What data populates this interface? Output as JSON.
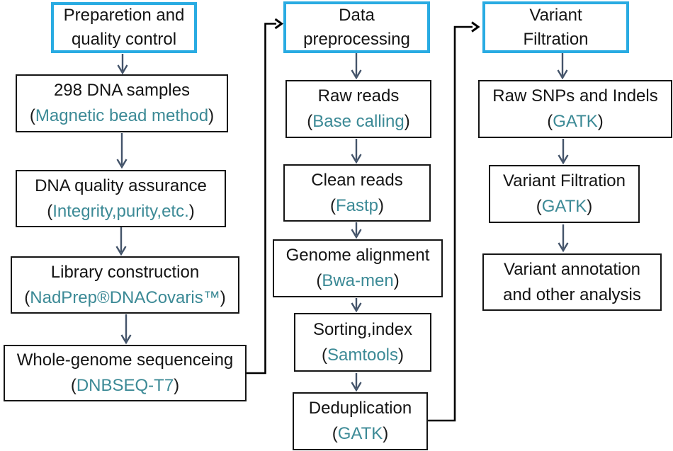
{
  "diagram": {
    "punct": {
      "open": "(",
      "close": ")"
    },
    "colors": {
      "header_border": "#29ABE2",
      "box_border": "#151515",
      "title_text": "#141414",
      "method_text": "#3C8A96",
      "flow_arrow": "#44546A",
      "elbow_connector": "#000000",
      "background": "#FFFFFF"
    },
    "columns": [
      {
        "header": {
          "lines": [
            "Preparetion and",
            "quality control"
          ]
        },
        "boxes": [
          {
            "title": "298 DNA samples",
            "method": "Magnetic bead method"
          },
          {
            "title": "DNA quality assurance",
            "method": "Integrity,purity,etc."
          },
          {
            "title": "Library construction",
            "method": "NadPrep®DNACovaris™"
          },
          {
            "title": "Whole-genome sequenceing",
            "method": "DNBSEQ-T7"
          }
        ]
      },
      {
        "header": {
          "lines": [
            "Data",
            "preprocessing"
          ]
        },
        "boxes": [
          {
            "title": "Raw reads",
            "method": "Base calling"
          },
          {
            "title": "Clean reads",
            "method": "Fastp"
          },
          {
            "title": "Genome alignment",
            "method": "Bwa-men"
          },
          {
            "title": "Sorting,index",
            "method": "Samtools"
          },
          {
            "title": "Deduplication",
            "method": "GATK"
          }
        ]
      },
      {
        "header": {
          "lines": [
            "Variant",
            "Filtration"
          ]
        },
        "boxes": [
          {
            "title": "Raw SNPs and Indels",
            "method": "GATK"
          },
          {
            "title": "Variant Filtration",
            "method": "GATK"
          },
          {
            "title": "Variant annotation",
            "title2": "and other analysis"
          }
        ]
      }
    ]
  }
}
